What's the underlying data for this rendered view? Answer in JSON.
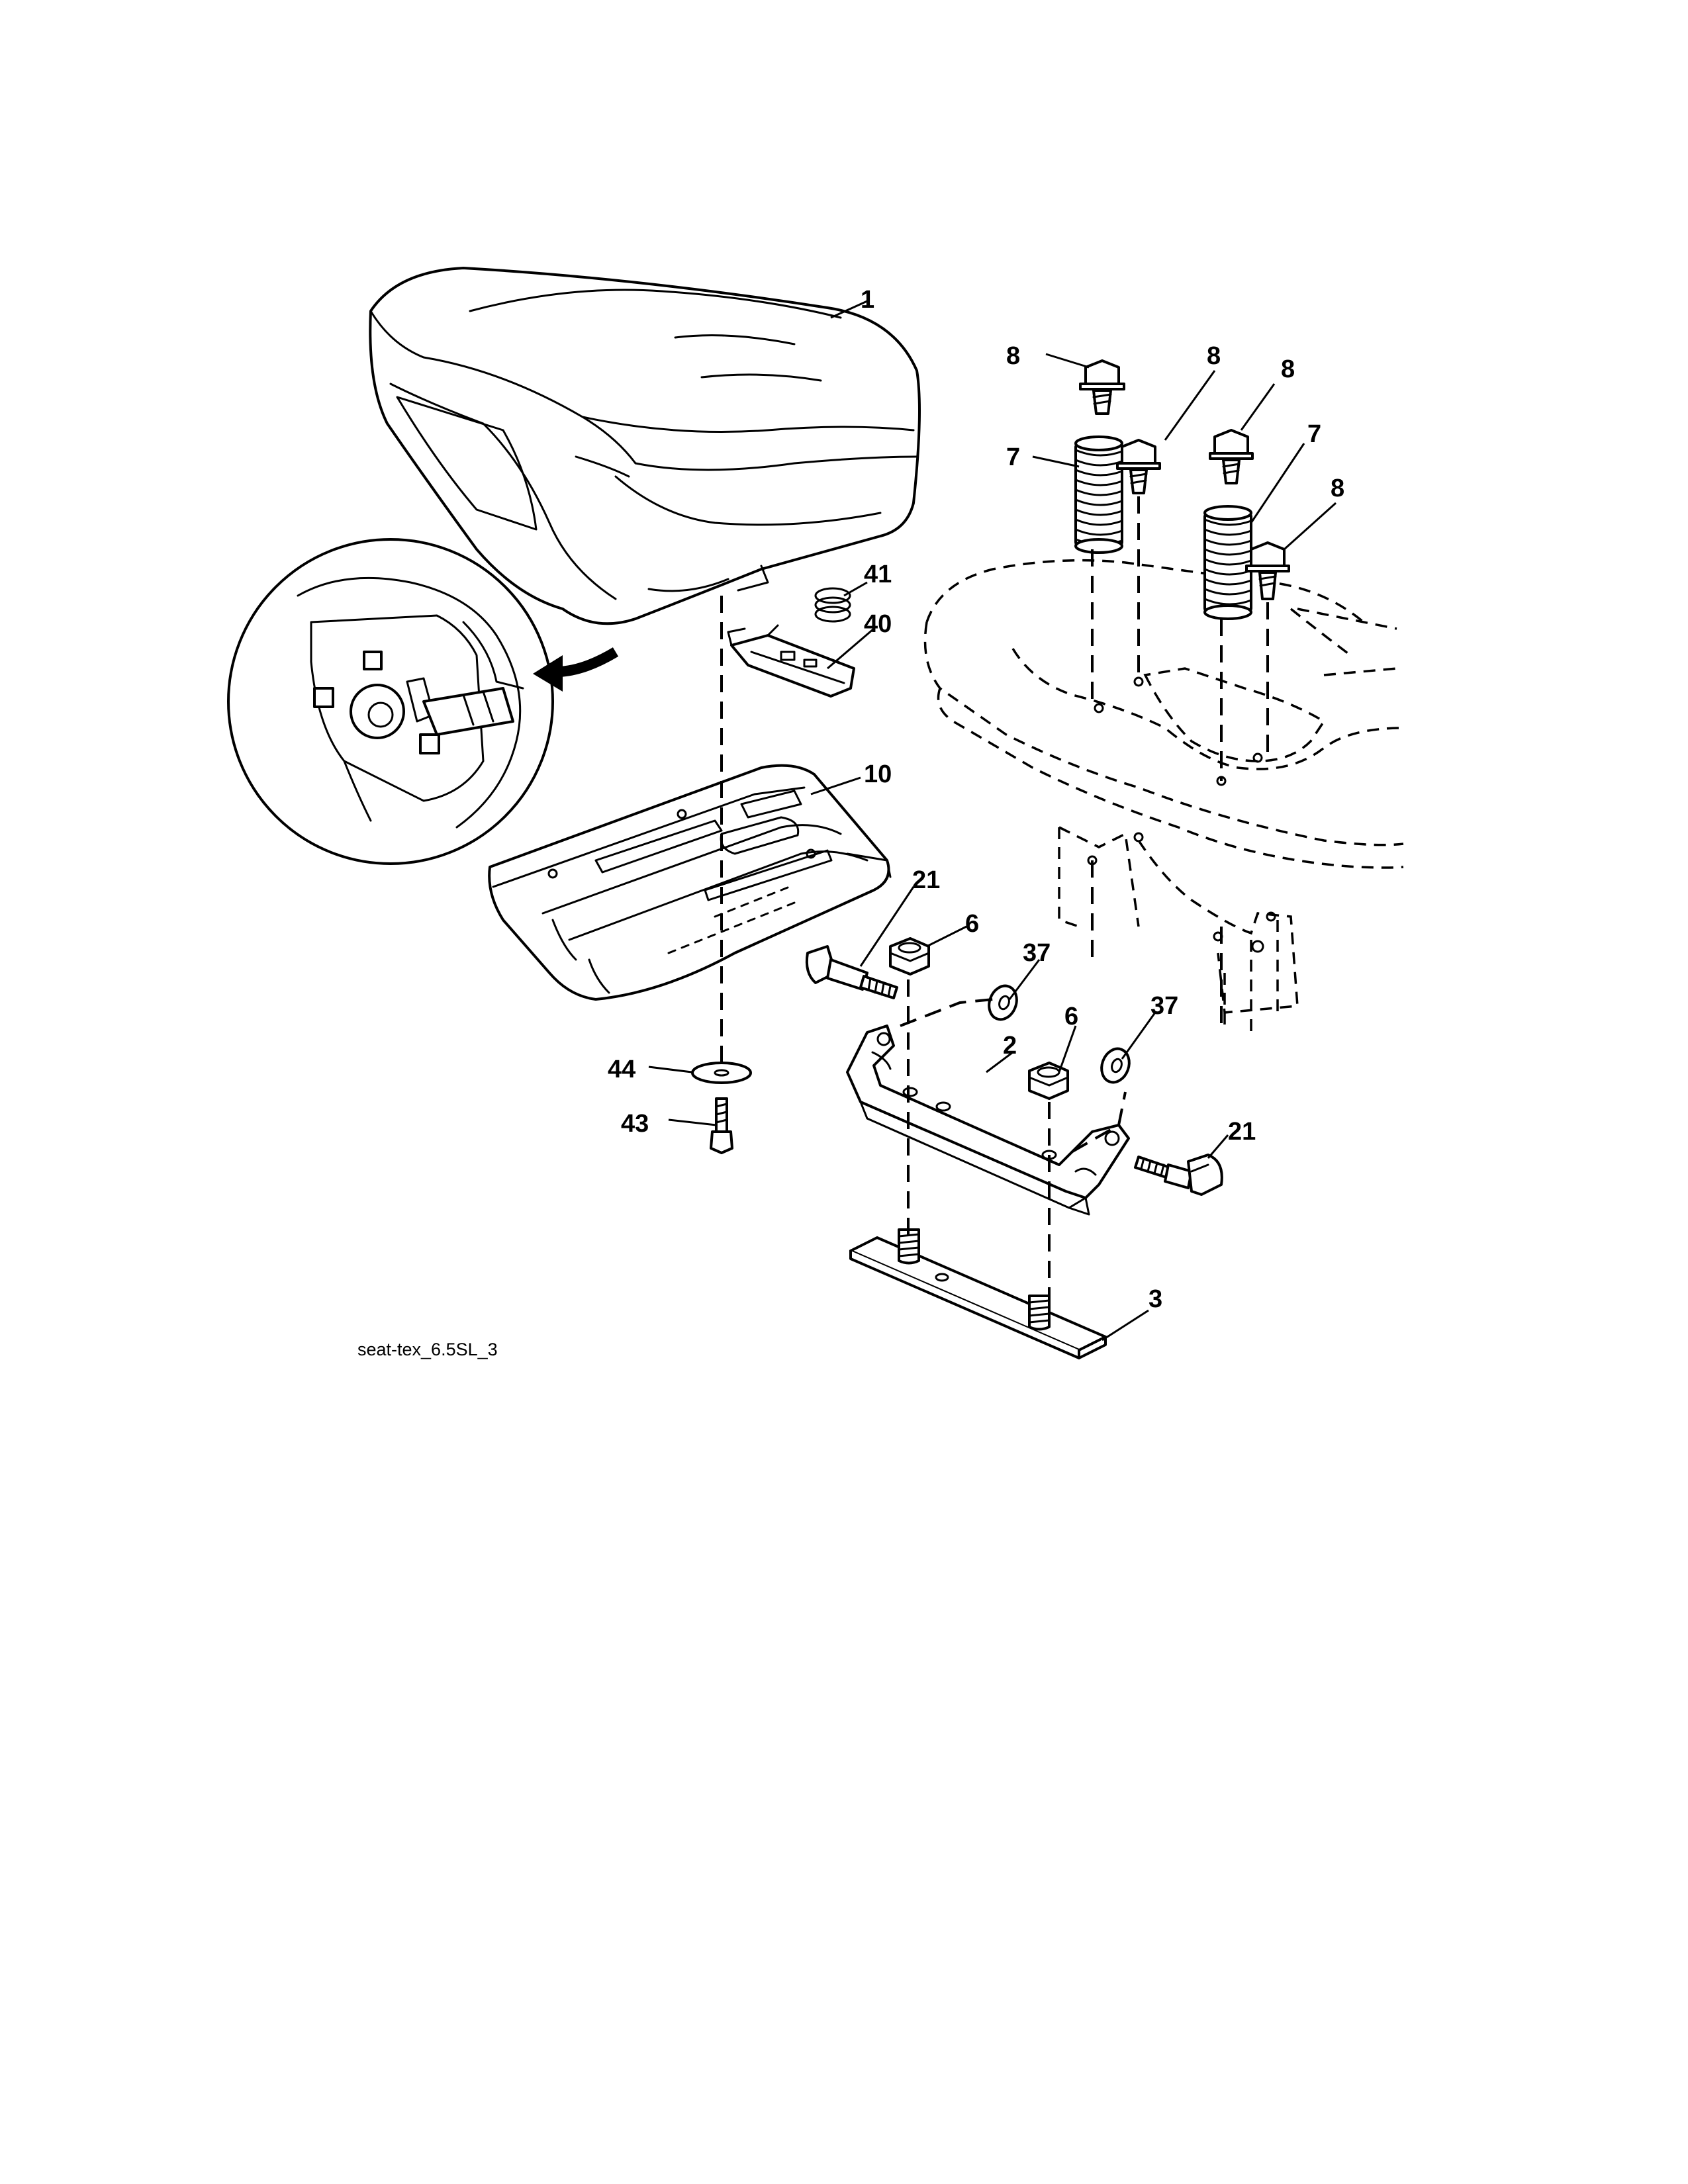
{
  "figure_id": "seat-tex_6.5SL_3",
  "callouts": {
    "c1": "1",
    "c8a": "8",
    "c8b": "8",
    "c8c": "8",
    "c8d": "8",
    "c7a": "7",
    "c7b": "7",
    "c41": "41",
    "c40": "40",
    "c10": "10",
    "c21a": "21",
    "c6a": "6",
    "c37a": "37",
    "c2": "2",
    "c6b": "6",
    "c37b": "37",
    "c44": "44",
    "c43": "43",
    "c21b": "21",
    "c3": "3"
  }
}
